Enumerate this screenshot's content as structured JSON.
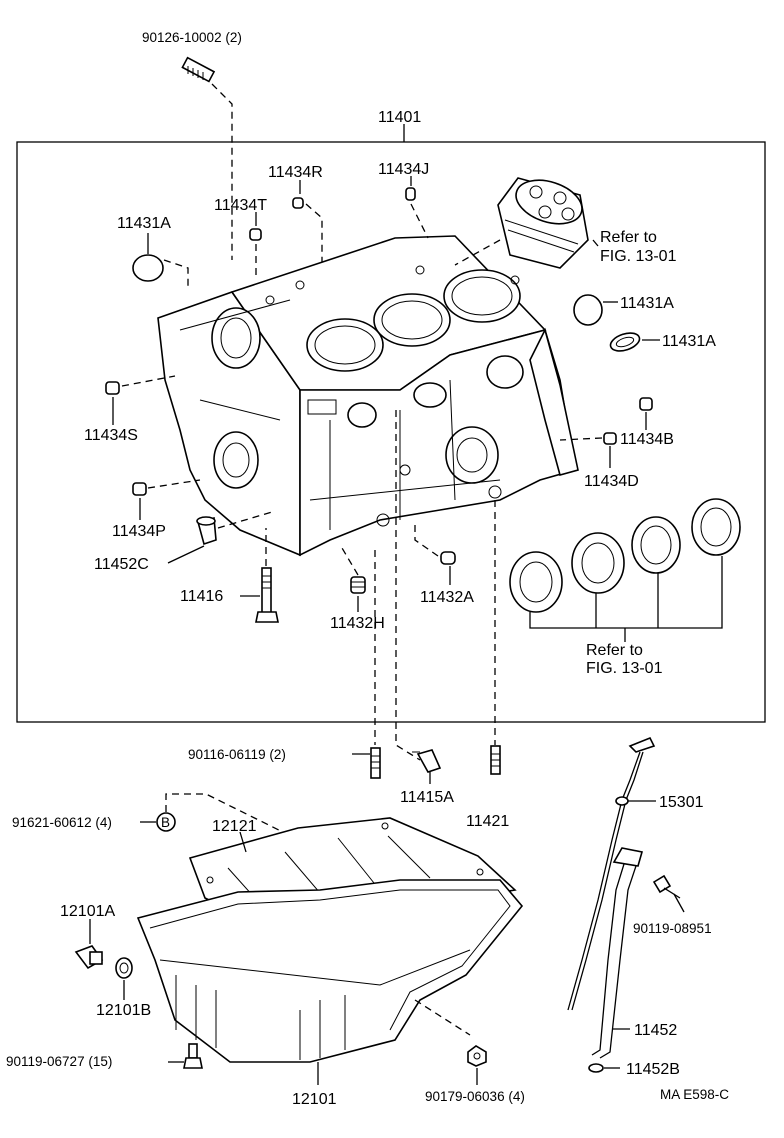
{
  "labels": {
    "stud_top": "90126-10002 (2)",
    "block_assembly": "11401",
    "plug_11434R": "11434R",
    "plug_11434J": "11434J",
    "plug_11434T": "11434T",
    "plug_11431A_left": "11431A",
    "refer_piston_1": "Refer to",
    "refer_piston_2": "FIG. 13-01",
    "plug_11431A_right_1": "11431A",
    "plug_11431A_right_2": "11431A",
    "plug_11434S": "11434S",
    "plug_11434B": "11434B",
    "plug_11434D": "11434D",
    "plug_11434P": "11434P",
    "plug_11452C": "11452C",
    "bolt_11416": "11416",
    "plug_11432A": "11432A",
    "plug_11432H": "11432H",
    "refer_bearing_1": "Refer to",
    "refer_bearing_2": "FIG. 13-01",
    "stud_mid": "90116-06119 (2)",
    "plug_11415A": "11415A",
    "pin_11421": "11421",
    "gauge_15301": "15301",
    "nut_b": "91621-60612 (4)",
    "b_symbol": "B",
    "gasket_12121": "12121",
    "plug_12101A": "12101A",
    "gasket_12101B": "12101B",
    "bolt_90119_08951": "90119-08951",
    "guide_11452": "11452",
    "bolt_90119_06727": "90119-06727 (15)",
    "pan_12101": "12101",
    "nut_90179": "90179-06036 (4)",
    "oring_11452B": "11452B",
    "figure_code": "MA E598-C"
  }
}
